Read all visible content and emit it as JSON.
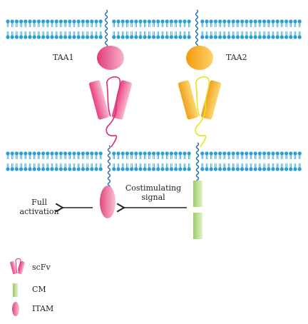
{
  "colors": {
    "membrane": "#2a9fd6",
    "tether": "#2b6fb5",
    "taa1": "#e23a78",
    "taa1_light": "#f7a8c6",
    "taa2": "#f5a010",
    "taa2_light": "#fbd06a",
    "car_loop_1": "#e0287a",
    "car_loop_2": "#e8e41a",
    "cm": "#a8d470",
    "cm_light": "#d8efbc",
    "itam": "#e8547e",
    "arrow": "#222222"
  },
  "antigens": {
    "taa1": "TAA1",
    "taa2": "TAA2"
  },
  "signals": {
    "costim_line1": "Costimulating",
    "costim_line2": "signal",
    "full_line1": "Full",
    "full_line2": "activation"
  },
  "legend": {
    "items": [
      {
        "label": "scFv",
        "icon": "scfv-icon"
      },
      {
        "label": "CM",
        "icon": "cm-icon"
      },
      {
        "label": "ITAM",
        "icon": "itam-icon"
      }
    ]
  }
}
